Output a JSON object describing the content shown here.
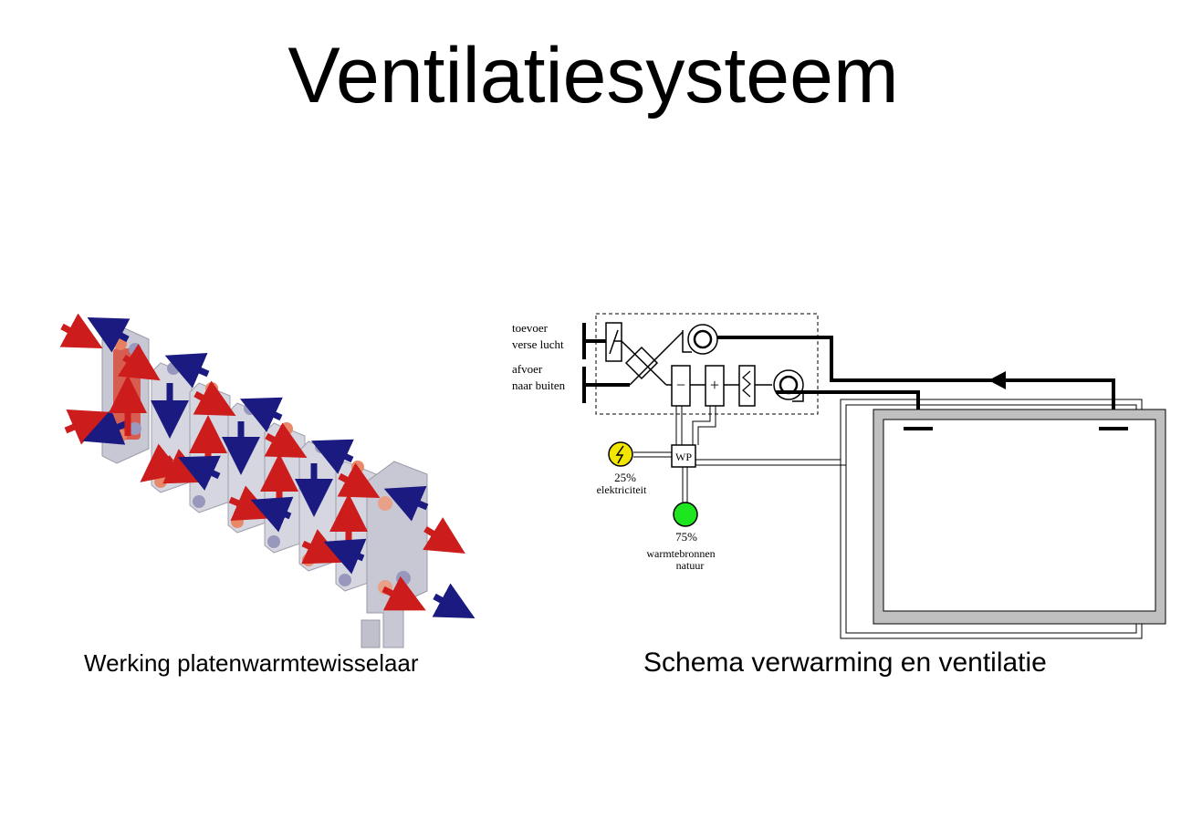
{
  "title": "Ventilatiesysteem",
  "left_caption": "Werking platenwarmtewisselaar",
  "right_caption": "Schema verwarming en ventilatie",
  "schema_labels": {
    "supply_line1": "toevoer",
    "supply_line2": "verse lucht",
    "exhaust_line1": "afvoer",
    "exhaust_line2": "naar buiten",
    "heatpump": "WP",
    "electricity_percent": "25%",
    "electricity": "elektriciteit",
    "nature_percent": "75%",
    "nature_line1": "warmtebronnen",
    "nature_line2": "natuur",
    "minus": "−",
    "plus": "+"
  },
  "colors": {
    "hot": "#cc1c1c",
    "cold": "#1a1a80",
    "plate": "#d4d4de",
    "electric": "#f2e600",
    "nature": "#1ee61e",
    "wall": "#c0c0c0"
  }
}
